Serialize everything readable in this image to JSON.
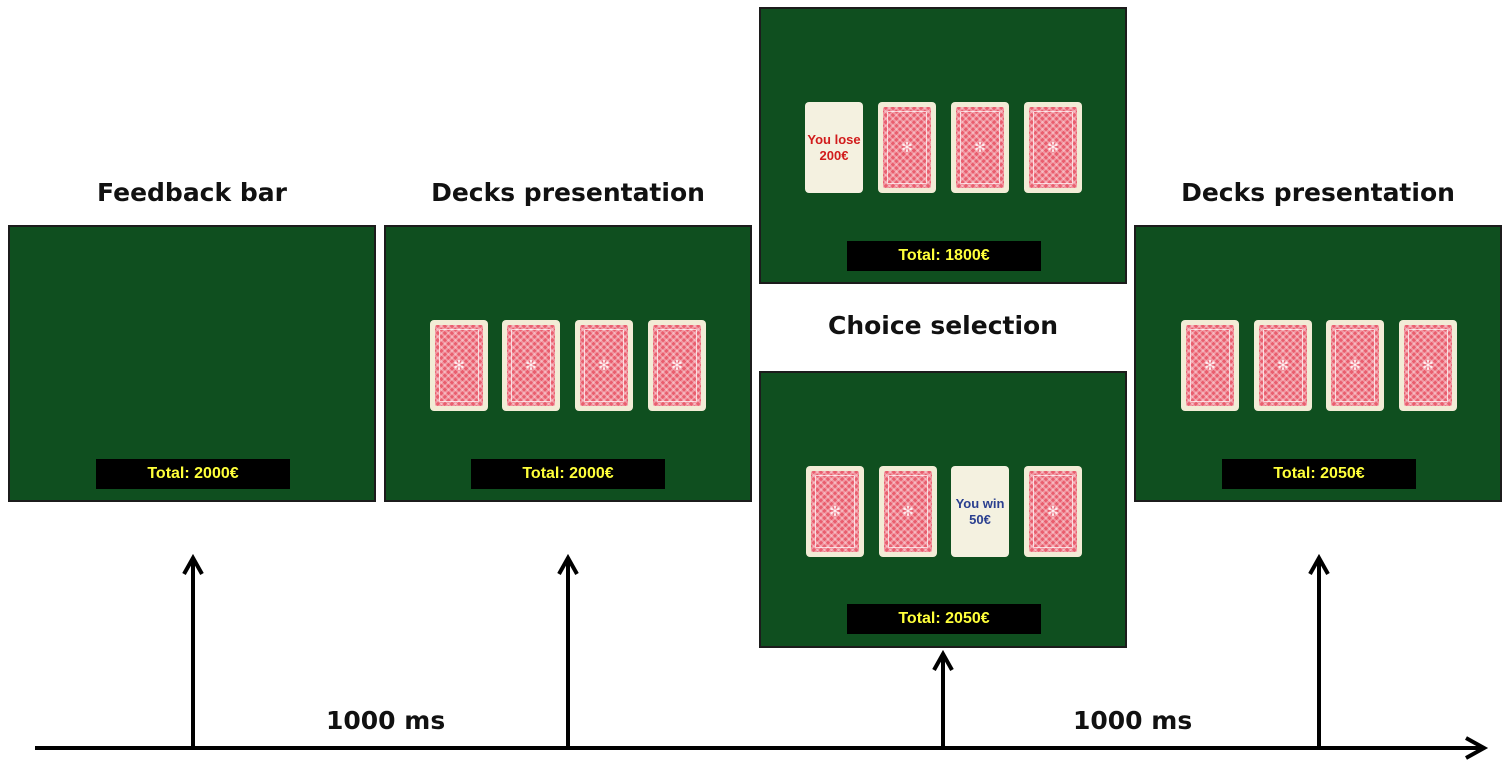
{
  "colors": {
    "screen_bg": "#0f4f1f",
    "card_back": "#e95e6e",
    "total_text": "#ffff3a",
    "lose_text": "#d11c1c",
    "win_text": "#2a3f8f"
  },
  "headings": {
    "feedback_bar": "Feedback bar",
    "decks_presentation_1": "Decks presentation",
    "choice_selection": "Choice selection",
    "decks_presentation_2": "Decks presentation"
  },
  "screens": {
    "feedback": {
      "total": "Total: 2000€"
    },
    "decks_1": {
      "total": "Total: 2000€"
    },
    "choice_lose": {
      "total": "Total: 1800€",
      "card_line1": "You lose",
      "card_line2": "200€"
    },
    "choice_win": {
      "total": "Total: 2050€",
      "card_line1": "You win",
      "card_line2": "50€"
    },
    "decks_2": {
      "total": "Total: 2050€"
    }
  },
  "card_icon": "card-back-emblem",
  "timeline": {
    "interval_1": "1000 ms",
    "interval_2": "1000 ms"
  }
}
